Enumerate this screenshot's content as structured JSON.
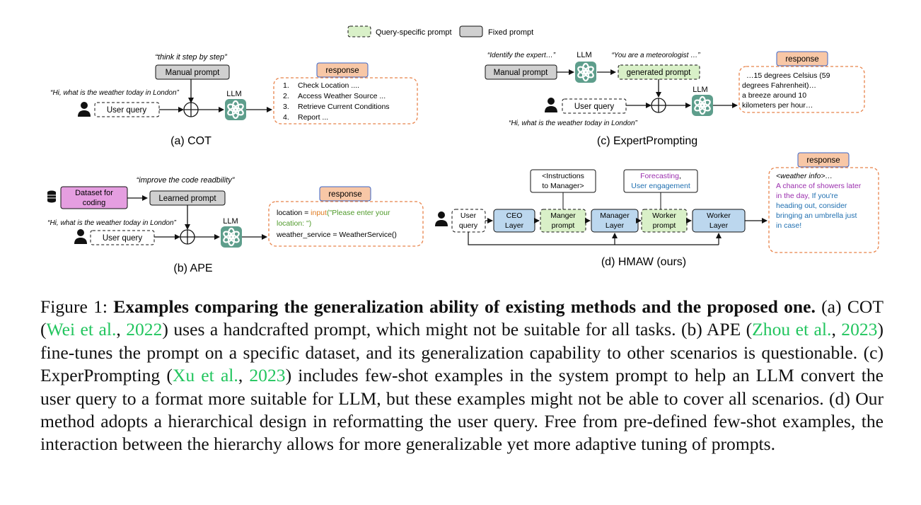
{
  "legend": {
    "query_specific": "Query-specific prompt",
    "fixed": "Fixed prompt"
  },
  "labels": {
    "llm": "LLM",
    "response": "response",
    "user_query": "User query"
  },
  "cot": {
    "quote_top": "“think it step by step”",
    "manual_prompt": "Manual prompt",
    "quote_query": "“Hi, what is the weather today in London”",
    "steps": [
      "1.",
      "2.",
      "3.",
      "4."
    ],
    "step_texts": [
      "Check Location ....",
      "Access Weather Source ...",
      "Retrieve Current Conditions",
      "Report ..."
    ],
    "title": "(a) COT"
  },
  "ape": {
    "quote_top": "“improve the code readbility”",
    "dataset_line1": "Dataset for",
    "dataset_line2": "coding",
    "learned_prompt": "Learned prompt",
    "quote_query": "“Hi, what is the weather today in London”",
    "code_a": "location = ",
    "code_input": "input",
    "code_str1": "(\"Please enter your",
    "code_str2": "location: \")",
    "code_c": "weather_service = WeatherService()",
    "title": "(b) APE"
  },
  "expert": {
    "quote_identify": "“Identify the expert…”",
    "quote_meteo": "“You are a meteorologist …”",
    "manual_prompt": "Manual prompt",
    "generated_prompt": "generated prompt",
    "quote_query": "“Hi, what is the weather today in London”",
    "resp_lines": [
      "…15 degrees Celsius (59",
      "degrees Fahrenheit)…",
      "a breeze around 10",
      "kilometers per hour…"
    ],
    "title": "(c) ExpertPrompting"
  },
  "hmaw": {
    "instr1": "<Instructions",
    "instr2": "to Manager>",
    "forecast": "Forecasting",
    "comma": ",",
    "engagement": "User engagement",
    "user": "User",
    "query": "query",
    "ceo1": "CEO",
    "ceo2": "Layer",
    "manger1": "Manger",
    "manger2": "prompt",
    "mgr1": "Manager",
    "mgr2": "Layer",
    "worker1": "Worker",
    "worker2": "prompt",
    "wl1": "Worker",
    "wl2": "Layer",
    "resp_info": "<weather info>…",
    "resp_purple": [
      "A chance of showers later",
      "in the day,"
    ],
    "resp_blue_tail": " If you're",
    "resp_blue": [
      "heading out, consider",
      "bringing an umbrella just",
      "in case!"
    ],
    "title": "(d) HMAW (ours)"
  },
  "caption": {
    "fig": "Figure 1: ",
    "bold": "Examples comparing the generalization ability of existing methods and the proposed one.",
    "t1": " (a) COT (",
    "c1a": "Wei et al.",
    "sep": ", ",
    "c1b": "2022",
    "t2": ") uses a handcrafted prompt, which might not be suitable for all tasks. (b) APE (",
    "c2a": "Zhou et al.",
    "c2b": "2023",
    "t3": ") fine-tunes the prompt on a specific dataset, and its generalization capability to other scenarios is questionable. (c) ExperPrompting (",
    "c3a": "Xu et al.",
    "c3b": "2023",
    "t4": ") includes few-shot examples in the system prompt to help an LLM convert the user query to a format more suitable for LLM, but these examples might not be able to cover all scenarios. (d) Our method adopts a hierarchical design in reformatting the user query. Free from pre-defined few-shot examples, the interaction between the hierarchy allows for more generalizable yet more adaptive tuning of prompts."
  },
  "colors": {
    "fixed_fill": "#d0d0d0",
    "query_fill": "#d9f0c8",
    "layer_fill": "#bcd7ee",
    "dataset_fill": "#e59ee0",
    "response_fill": "#f8c7a6",
    "response_border": "#e8834a",
    "llm_fill": "#5e9e8c",
    "purple": "#9b2fae",
    "blue": "#1f6fb0",
    "orange_code": "#e07b20",
    "green_code": "#4f9a2a"
  }
}
